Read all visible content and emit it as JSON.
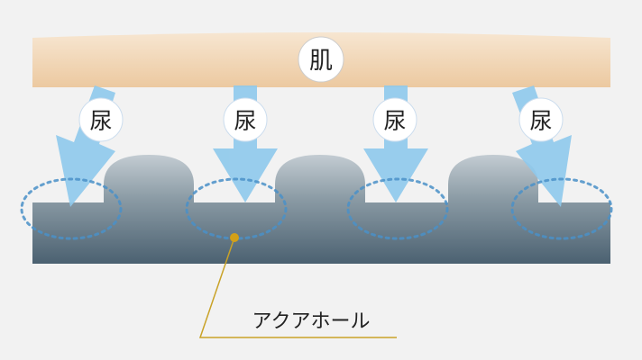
{
  "skin_label": "肌",
  "urine_label": "尿",
  "callout_label": "アクアホール",
  "colors": {
    "skin_top": "#f6e3cc",
    "skin_bottom": "#eccaa2",
    "arrow": "#8ec9ec",
    "base_top": "#8a9aa4",
    "base_bottom": "#4e6474",
    "dots": "#4a90c8",
    "callout": "#c9a227"
  }
}
